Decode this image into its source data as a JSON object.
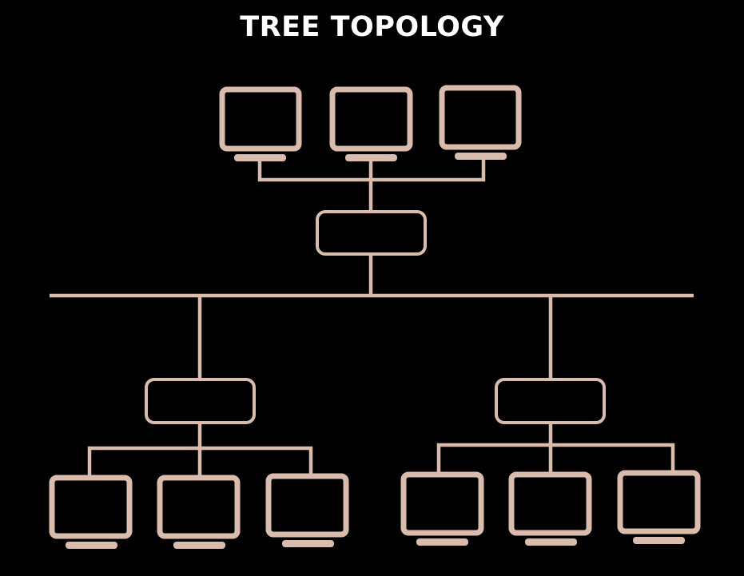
{
  "title": "TREE TOPOLOGY",
  "colors": {
    "background": "#000000",
    "lines": "#d9bcab",
    "title": "#ffffff"
  },
  "nodes": {
    "root_computers": [
      "computer-icon",
      "computer-icon",
      "computer-icon"
    ],
    "hubs": [
      "hub-box",
      "hub-box",
      "hub-box"
    ],
    "left_branch_computers": [
      "computer-icon",
      "computer-icon",
      "computer-icon"
    ],
    "right_branch_computers": [
      "computer-icon",
      "computer-icon",
      "computer-icon"
    ]
  }
}
